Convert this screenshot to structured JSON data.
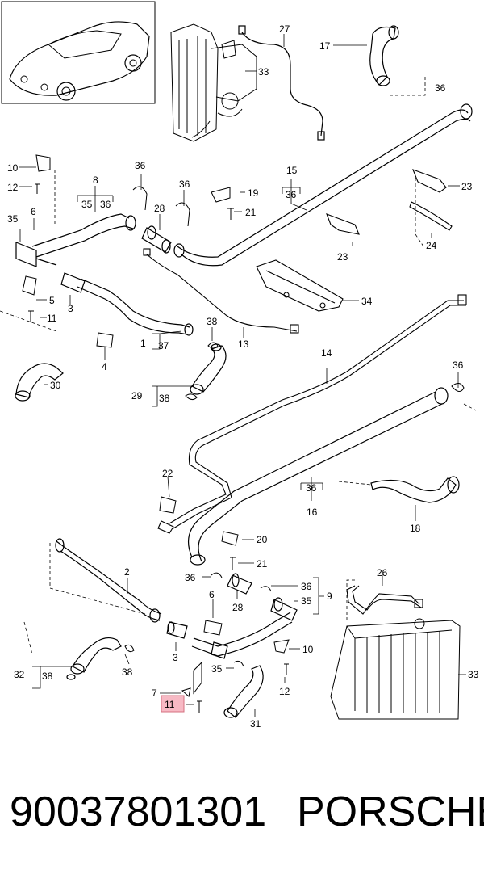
{
  "diagram": {
    "callouts": [
      {
        "id": "c27",
        "text": "27"
      },
      {
        "id": "c17",
        "text": "17"
      },
      {
        "id": "c33a",
        "text": "33"
      },
      {
        "id": "c36a",
        "text": "36"
      },
      {
        "id": "c10a",
        "text": "10"
      },
      {
        "id": "c12a",
        "text": "12"
      },
      {
        "id": "c8",
        "text": "8"
      },
      {
        "id": "c35a",
        "text": "35"
      },
      {
        "id": "c36b",
        "text": "36"
      },
      {
        "id": "c36c",
        "text": "36"
      },
      {
        "id": "c36d",
        "text": "36"
      },
      {
        "id": "c19",
        "text": "19"
      },
      {
        "id": "c21a",
        "text": "21"
      },
      {
        "id": "c15",
        "text": "15"
      },
      {
        "id": "c36e",
        "text": "36"
      },
      {
        "id": "c23a",
        "text": "23"
      },
      {
        "id": "c35b",
        "text": "35"
      },
      {
        "id": "c6a",
        "text": "6"
      },
      {
        "id": "c28a",
        "text": "28"
      },
      {
        "id": "c23b",
        "text": "23"
      },
      {
        "id": "c24",
        "text": "24"
      },
      {
        "id": "c5",
        "text": "5"
      },
      {
        "id": "c3a",
        "text": "3"
      },
      {
        "id": "c34",
        "text": "34"
      },
      {
        "id": "c11a",
        "text": "11"
      },
      {
        "id": "c38a",
        "text": "38"
      },
      {
        "id": "c1",
        "text": "1"
      },
      {
        "id": "c37",
        "text": "37"
      },
      {
        "id": "c4",
        "text": "4"
      },
      {
        "id": "c13",
        "text": "13"
      },
      {
        "id": "c14",
        "text": "14"
      },
      {
        "id": "c30",
        "text": "30"
      },
      {
        "id": "c36f",
        "text": "36"
      },
      {
        "id": "c29",
        "text": "29"
      },
      {
        "id": "c38b",
        "text": "38"
      },
      {
        "id": "c22",
        "text": "22"
      },
      {
        "id": "c36g",
        "text": "36"
      },
      {
        "id": "c16",
        "text": "16"
      },
      {
        "id": "c18",
        "text": "18"
      },
      {
        "id": "c20",
        "text": "20"
      },
      {
        "id": "c21b",
        "text": "21"
      },
      {
        "id": "c2",
        "text": "2"
      },
      {
        "id": "c36h",
        "text": "36"
      },
      {
        "id": "c28b",
        "text": "28"
      },
      {
        "id": "c36i",
        "text": "36"
      },
      {
        "id": "c35c",
        "text": "35"
      },
      {
        "id": "c9",
        "text": "9"
      },
      {
        "id": "c26",
        "text": "26"
      },
      {
        "id": "c6b",
        "text": "6"
      },
      {
        "id": "c10b",
        "text": "10"
      },
      {
        "id": "c3b",
        "text": "3"
      },
      {
        "id": "c38c",
        "text": "38"
      },
      {
        "id": "c32",
        "text": "32"
      },
      {
        "id": "c38d",
        "text": "38"
      },
      {
        "id": "c35d",
        "text": "35"
      },
      {
        "id": "c12b",
        "text": "12"
      },
      {
        "id": "c7",
        "text": "7"
      },
      {
        "id": "c11b",
        "text": "11"
      },
      {
        "id": "c31",
        "text": "31"
      },
      {
        "id": "c33b",
        "text": "33"
      }
    ],
    "highlight_color": "#f7b9c4"
  },
  "footer": {
    "part_number": "90037801301",
    "brand": "PORSCHE"
  }
}
